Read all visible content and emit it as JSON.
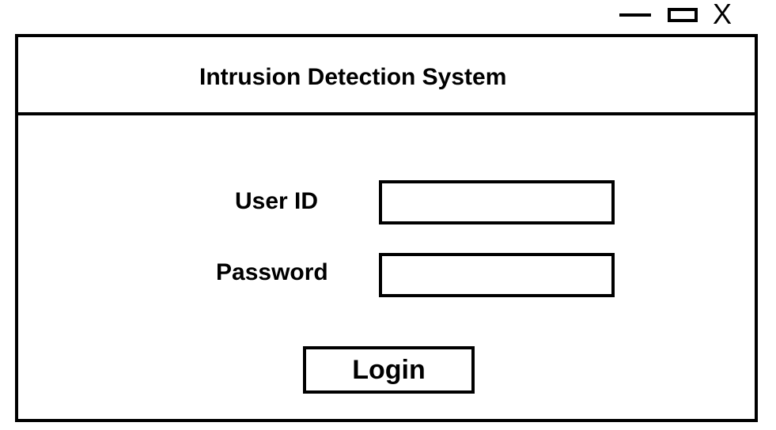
{
  "window_controls": {
    "minimize_icon": "minimize-icon",
    "maximize_icon": "maximize-icon",
    "close_label": "X"
  },
  "header": {
    "title": "Intrusion Detection System"
  },
  "form": {
    "user_id": {
      "label": "User ID",
      "value": "",
      "placeholder": ""
    },
    "password": {
      "label": "Password",
      "value": "",
      "placeholder": ""
    },
    "login_label": "Login"
  },
  "colors": {
    "background": "#ffffff",
    "stroke": "#000000"
  }
}
